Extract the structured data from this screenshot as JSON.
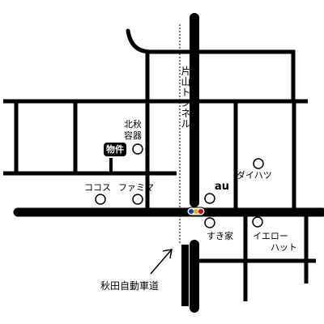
{
  "map": {
    "labels": {
      "tunnel": "片山トンネル",
      "kita_aki_line1": "北秋",
      "kita_aki_line2": "容器",
      "property": "物件",
      "cocos": "ココス",
      "familymart": "ファミマ",
      "au": "au",
      "daihatsu": "ダイハツ",
      "sukiya": "すき家",
      "yellowhat_line1": "イエロー",
      "yellowhat_line2": "ハット",
      "expressway": "秋田自動車道"
    },
    "colors": {
      "road": "#000000",
      "background": "#ffffff",
      "signal_red": "#cc0000",
      "signal_yellow": "#e6b800",
      "signal_blue": "#0044cc",
      "property_badge": "#000000"
    },
    "icons": [
      "arrow-icon",
      "traffic-signal-icon",
      "landmark-circle-icon"
    ]
  }
}
